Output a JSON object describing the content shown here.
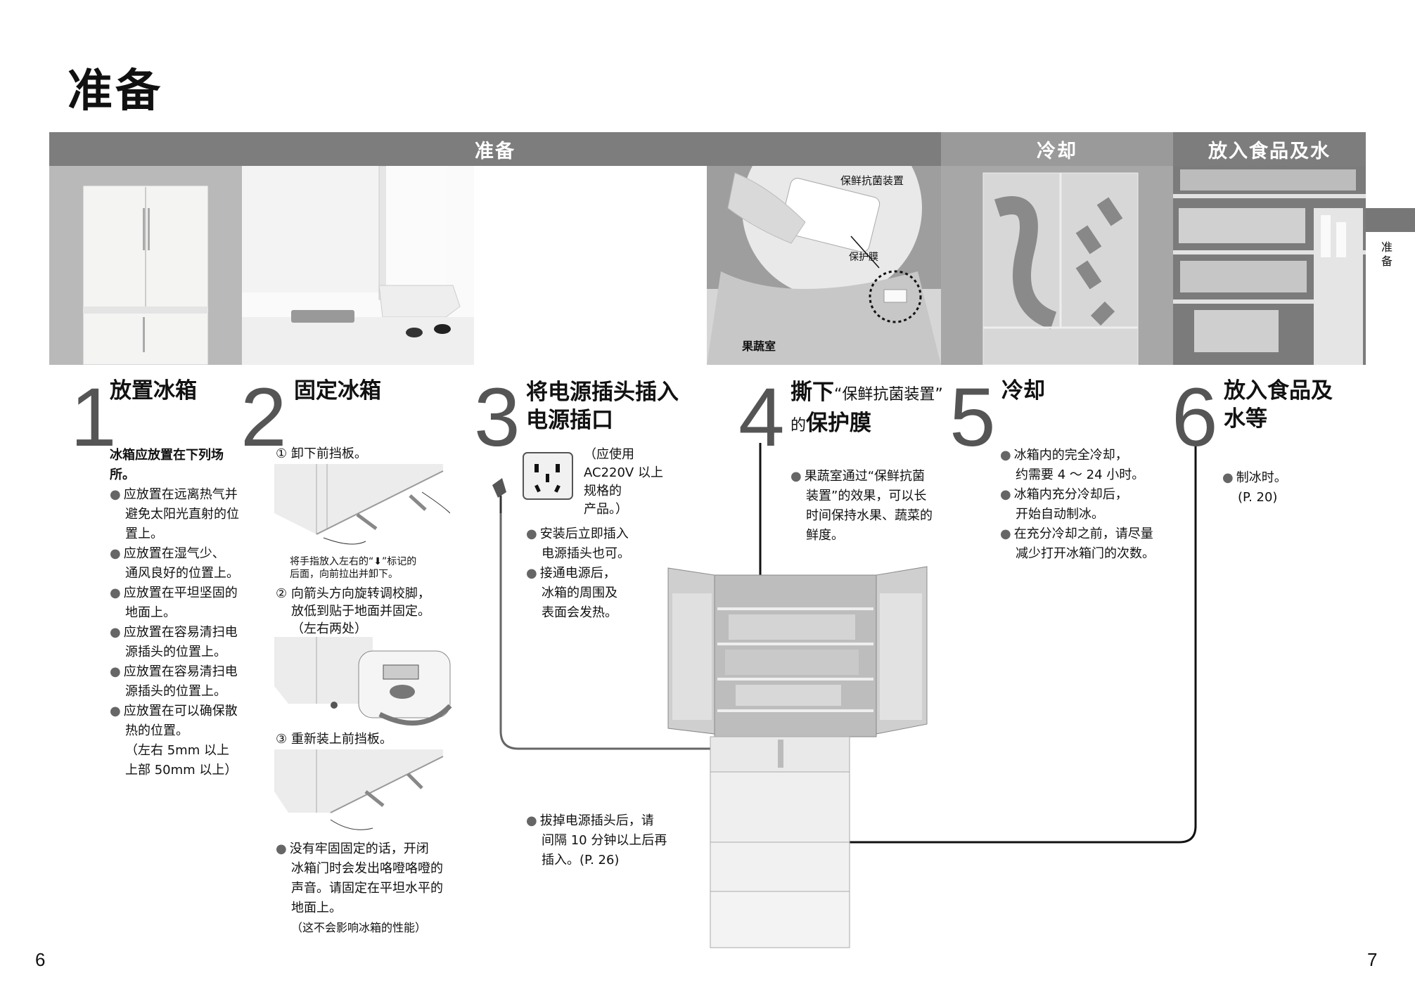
{
  "page_title": "准备",
  "bands": {
    "prep": "准备",
    "cool": "冷却",
    "food": "放入食品及水"
  },
  "side_tab": [
    "准",
    "备"
  ],
  "photo4": {
    "label_device": "保鲜抗菌装置",
    "label_film": "保护膜",
    "label_room": "果蔬室"
  },
  "step1": {
    "num": "1",
    "title": "放置冰箱",
    "intro": "冰箱应放置在下列场所。",
    "items": [
      [
        "应放置在远离热气并",
        "避免太阳光直射的位",
        "置上。"
      ],
      [
        "应放置在湿气少、",
        "通风良好的位置上。"
      ],
      [
        "应放置在平坦坚固的",
        "地面上。"
      ],
      [
        "应放置在容易清扫电",
        "源插头的位置上。"
      ],
      [
        "应放置在容易清扫电",
        "源插头的位置上。"
      ],
      [
        "应放置在可以确保散",
        "热的位置。"
      ]
    ],
    "note": [
      "（左右 5mm 以上",
      "上部 50mm 以上）"
    ]
  },
  "step2": {
    "num": "2",
    "title": "固定冰箱",
    "sub1": "① 卸下前挡板。",
    "caption": [
      "将手指放入左右的“⬇”标记的",
      "后面，向前拉出并卸下。"
    ],
    "sub2": [
      "② 向箭头方向旋转调校脚，",
      "放低到贴于地面并固定。",
      "（左右两处）"
    ],
    "sub3": "③ 重新装上前挡板。",
    "warn": [
      "没有牢固固定的话，开闭",
      "冰箱门时会发出咯噔咯噔的",
      "声音。请固定在平坦水平的",
      "地面上。"
    ],
    "warn_note": "（这不会影响冰箱的性能）"
  },
  "step3": {
    "num": "3",
    "title": [
      "将电源插头插入",
      "电源插口"
    ],
    "spec": [
      "（应使用",
      "AC220V 以上",
      "规格的",
      "产品。）"
    ],
    "items": [
      [
        "安装后立即插入",
        "电源插头也可。"
      ],
      [
        "接通电源后，",
        "冰箱的周围及",
        "表面会发热。"
      ]
    ],
    "unplug": [
      "拔掉电源插头后，请",
      "间隔 10 分钟以上后再",
      "插入。(P. 26)"
    ]
  },
  "step4": {
    "num": "4",
    "title_pre": "撕下",
    "title_quote": "“保鲜抗菌装置”",
    "title_de": "的",
    "title_main": "保护膜",
    "body": [
      "果蔬室通过“保鲜抗菌",
      "装置”的效果，可以长",
      "时间保持水果、蔬菜的",
      "鲜度。"
    ]
  },
  "step5": {
    "num": "5",
    "title": "冷却",
    "items": [
      [
        "冰箱内的完全冷却，",
        "约需要 4 ～ 24 小时。"
      ],
      [
        "冰箱内充分冷却后，",
        "开始自动制冰。"
      ],
      [
        "在充分冷却之前，请尽量",
        "减少打开冰箱门的次数。"
      ]
    ]
  },
  "step6": {
    "num": "6",
    "title": [
      "放入食品及",
      "水等"
    ],
    "items": [
      [
        "制冰时。",
        "(P. 20)"
      ]
    ]
  },
  "page_left": "6",
  "page_right": "7"
}
